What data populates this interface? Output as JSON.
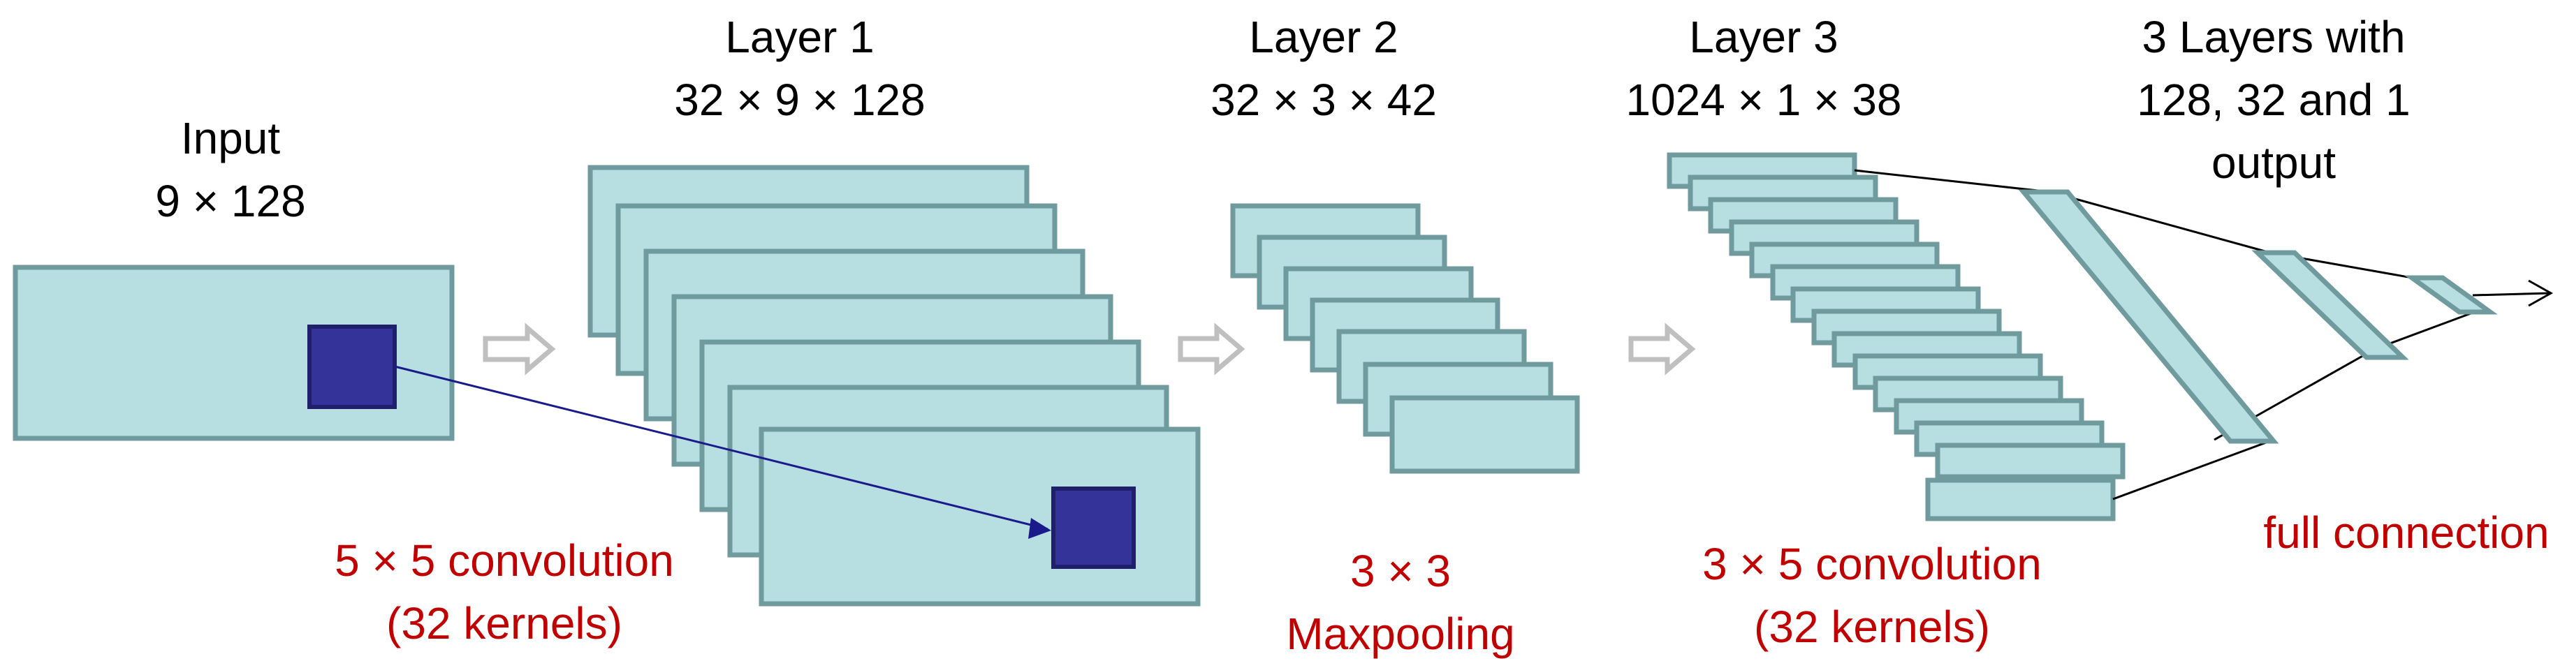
{
  "labels": {
    "input_line1": "Input",
    "input_line2": "9 × 128",
    "layer1_line1": "Layer 1",
    "layer1_line2": "32 × 9 × 128",
    "layer2_line1": "Layer 2",
    "layer2_line2": "32 × 3 × 42",
    "layer3_line1": "Layer 3",
    "layer3_line2": "1024 × 1 × 38",
    "fc_line1": "3 Layers with",
    "fc_line2": "128, 32 and 1",
    "fc_line3": "output"
  },
  "operations": {
    "conv1_line1": "5 × 5 convolution",
    "conv1_line2": "(32 kernels)",
    "pool_line1": "3 × 3",
    "pool_line2": "Maxpooling",
    "conv2_line1": "3 × 5 convolution",
    "conv2_line2": "(32 kernels)",
    "fc": "full connection"
  },
  "colors": {
    "plate_fill": "#b7dee1",
    "plate_stroke": "#6f9a9e",
    "kernel_fill": "#333399",
    "operation_text": "#c00000",
    "flow_arrow": "#bfbfbf"
  }
}
